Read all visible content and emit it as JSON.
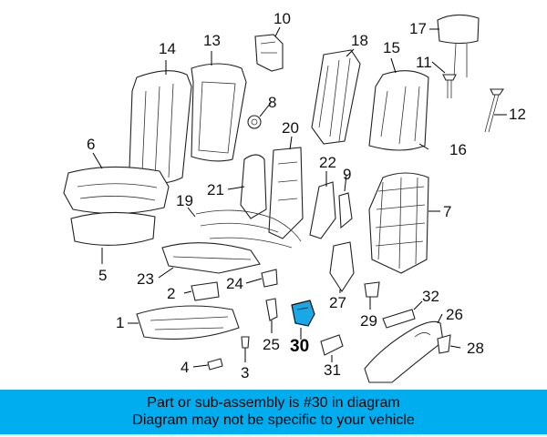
{
  "callouts": {
    "c1": "1",
    "c2": "2",
    "c3": "3",
    "c4": "4",
    "c5": "5",
    "c6": "6",
    "c7": "7",
    "c8": "8",
    "c9": "9",
    "c10": "10",
    "c11": "11",
    "c12": "12",
    "c13": "13",
    "c14": "14",
    "c15": "15",
    "c16": "16",
    "c17": "17",
    "c18": "18",
    "c19": "19",
    "c20": "20",
    "c21": "21",
    "c22": "22",
    "c23": "23",
    "c24": "24",
    "c25": "25",
    "c26": "26",
    "c27": "27",
    "c28": "28",
    "c29": "29",
    "c30": "30",
    "c31": "31",
    "c32": "32"
  },
  "highlight_part": "30",
  "colors": {
    "banner": "#00aeef",
    "highlight": "#1aa7e6",
    "line": "#222222"
  },
  "banner": {
    "line1": "Part or sub-assembly is #30 in diagram",
    "line2": "Diagram may not be specific to your vehicle"
  }
}
